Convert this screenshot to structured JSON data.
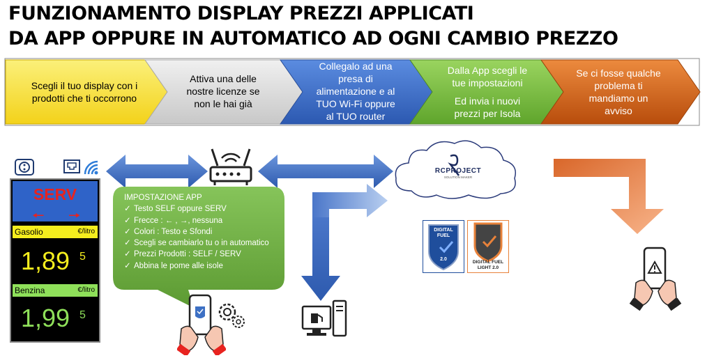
{
  "title": {
    "line1": "FUNZIONAMENTO DISPLAY PREZZI APPLICATI",
    "line2": "DA APP OPPURE IN AUTOMATICO AD OGNI CAMBIO PREZZO"
  },
  "steps": [
    {
      "lines": [
        "Scegli il tuo display con i",
        "prodotti che ti occorrono"
      ],
      "color": "#f6e24a"
    },
    {
      "lines": [
        "Attiva una delle",
        "nostre licenze se",
        "non le hai già"
      ],
      "color": "#d9d9d9"
    },
    {
      "lines": [
        "Collegalo ad una",
        "presa di",
        "alimentazione e al",
        "TUO Wi-Fi oppure",
        "al TUO router"
      ],
      "color": "#3f6fc9"
    },
    {
      "lines": [
        "Dalla App scegli le",
        "tue impostazioni",
        "",
        "Ed invia i nuovi",
        "prezzi per Isola"
      ],
      "color": "#7bc142"
    },
    {
      "lines": [
        "Se ci fosse qualche",
        "problema ti",
        "mandiamo un",
        "avviso"
      ],
      "color": "#d8661c"
    }
  ],
  "display": {
    "mode": "SERV",
    "products": [
      {
        "name": "Gasolio",
        "unit": "€/litro",
        "price": "1,89",
        "decimal": "5",
        "color": "#f5ee1e"
      },
      {
        "name": "Benzina",
        "unit": "€/litro",
        "price": "1,99",
        "decimal": "5",
        "color": "#8fe05a"
      }
    ]
  },
  "callout": {
    "heading": "IMPOSTAZIONE APP",
    "items": [
      "Testo SELF oppure SERV",
      "Frecce : ←  ,  →,  nessuna",
      "Colori : Testo e Sfondi",
      "Scegli se cambiarlo tu o in automatico",
      "Prezzi Prodotti : SELF / SERV",
      "Abbina le pome alle isole"
    ]
  },
  "cloud": {
    "brand": "RCPROJECT",
    "tagline": "SOLUTION MAKER"
  },
  "licenses": [
    {
      "lines": [
        "DIGITAL",
        "FUEL",
        "2.0"
      ],
      "caption": "",
      "color": "#1f4e9c"
    },
    {
      "lines": [],
      "caption": "DIGITAL FUEL LIGHT 2.0",
      "color": "#e8823a"
    }
  ],
  "colors": {
    "arrow_blue": "#4472c4",
    "callout_green": "#70ad47",
    "alert_orange": "#f4883e"
  },
  "icons": [
    "power-socket-icon",
    "ethernet-icon",
    "wifi-icon",
    "router-icon",
    "phone-hands-icon",
    "gears-icon",
    "computer-pump-icon",
    "alert-phone-icon"
  ]
}
